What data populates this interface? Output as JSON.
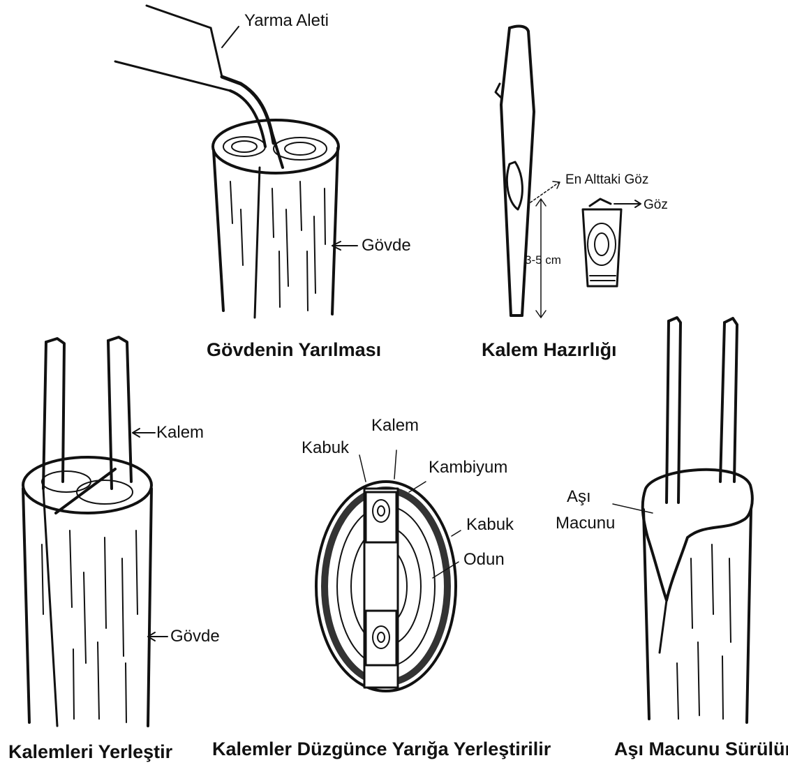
{
  "panels": {
    "splitting": {
      "caption": "Gövdenin Yarılması",
      "tool_label": "Yarma Aleti",
      "trunk_label": "Gövde"
    },
    "scion_prep": {
      "caption": "Kalem Hazırlığı",
      "lowest_bud_label": "En Alttaki Göz",
      "bud_label": "Göz",
      "length_label": "3-5 cm"
    },
    "insert": {
      "caption": "Kalemleri Yerleştir",
      "scion_label": "Kalem",
      "trunk_label": "Gövde"
    },
    "cross_section": {
      "caption": "Kalemler Düzgünce Yarığa Yerleştirilir",
      "bark_left_label": "Kabuk",
      "scion_label": "Kalem",
      "cambium_label": "Kambiyum",
      "bark_right_label": "Kabuk",
      "wood_label": "Odun"
    },
    "paste": {
      "caption": "Aşı Macunu Sürülür",
      "paste_label_line1": "Aşı",
      "paste_label_line2": "Macunu"
    }
  }
}
